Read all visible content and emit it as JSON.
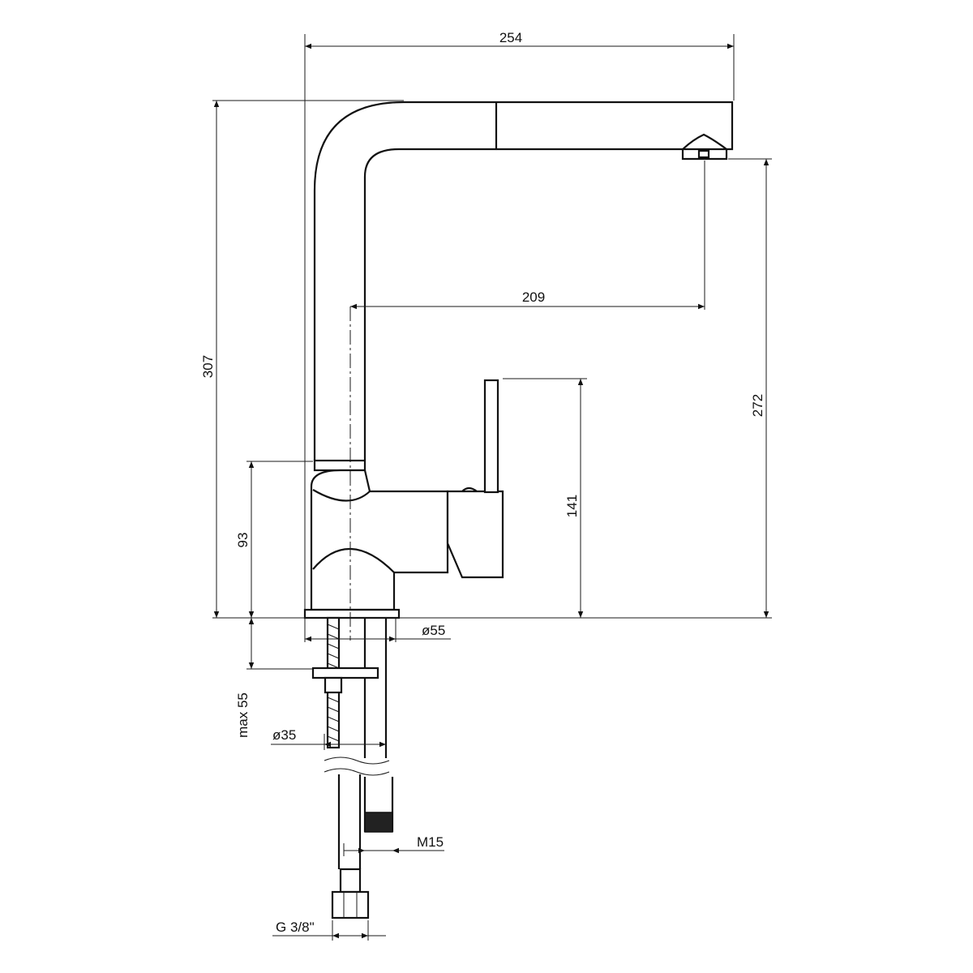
{
  "drawing": {
    "subject": "faucet",
    "dimensions": {
      "total_width": "254",
      "spout_reach": "209",
      "total_height": "307",
      "outlet_height": "272",
      "lever_height": "141",
      "body_height": "93",
      "base_diameter": "ø55",
      "counter_thickness": "max 55",
      "hole_diameter": "ø35",
      "thread_m15": "M15",
      "connection": "G 3/8\""
    }
  }
}
